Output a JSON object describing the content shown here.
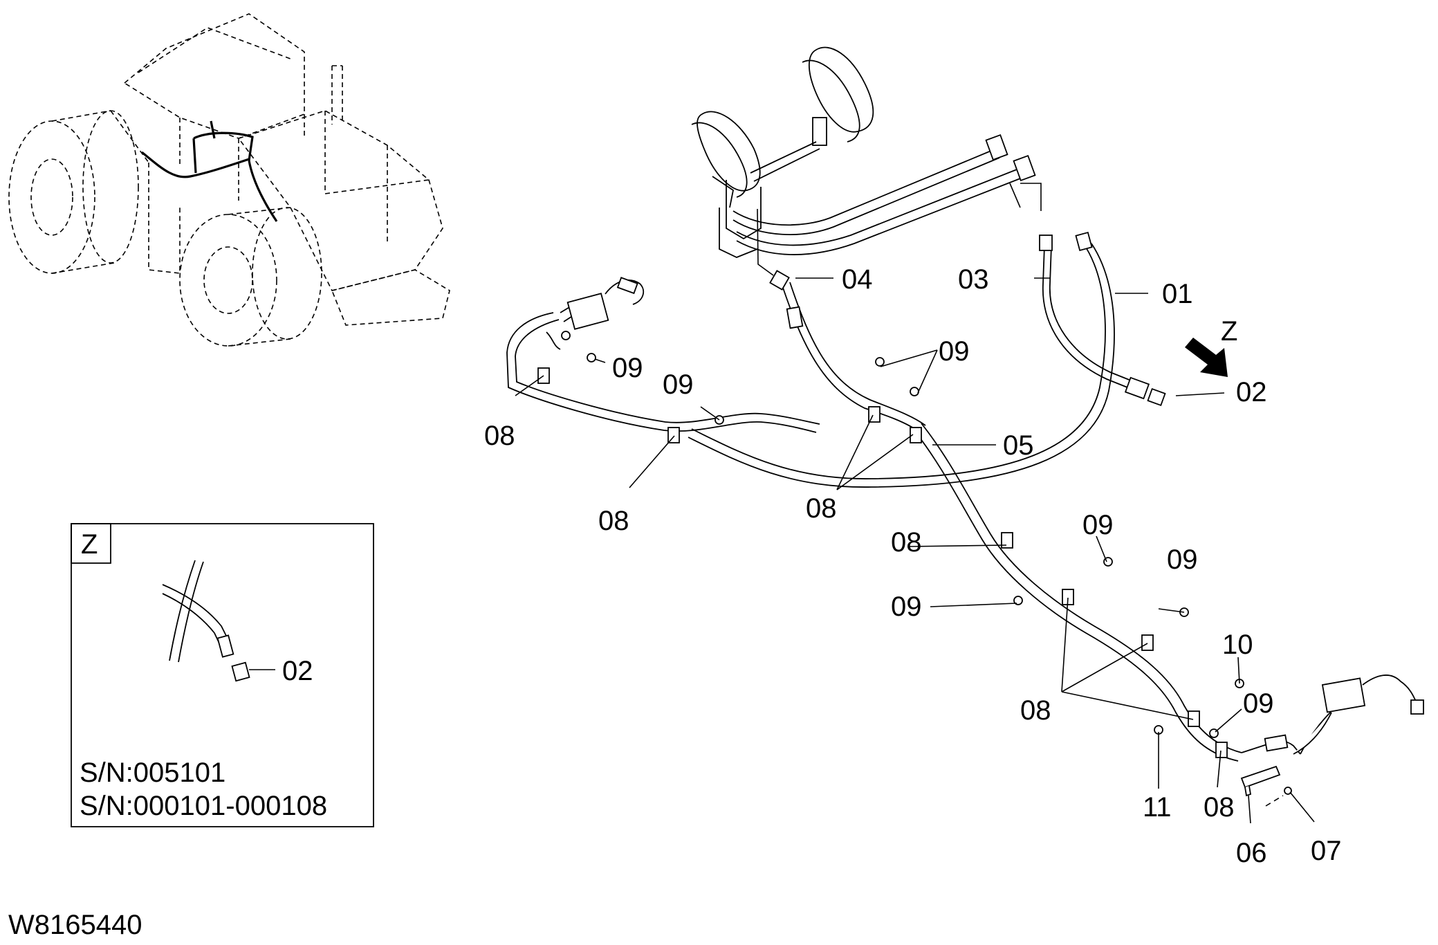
{
  "drawing_code": "W8165440",
  "view_marker": "Z",
  "inset": {
    "title": "Z",
    "part_label": "02",
    "serials": [
      "S/N:005101",
      "S/N:000101-000108"
    ]
  },
  "part_labels": {
    "p01": "01",
    "p02": "02",
    "p03": "03",
    "p04": "04",
    "p05": "05",
    "p06": "06",
    "p07": "07",
    "p08": "08",
    "p09": "09",
    "p10": "10",
    "p11": "11"
  }
}
